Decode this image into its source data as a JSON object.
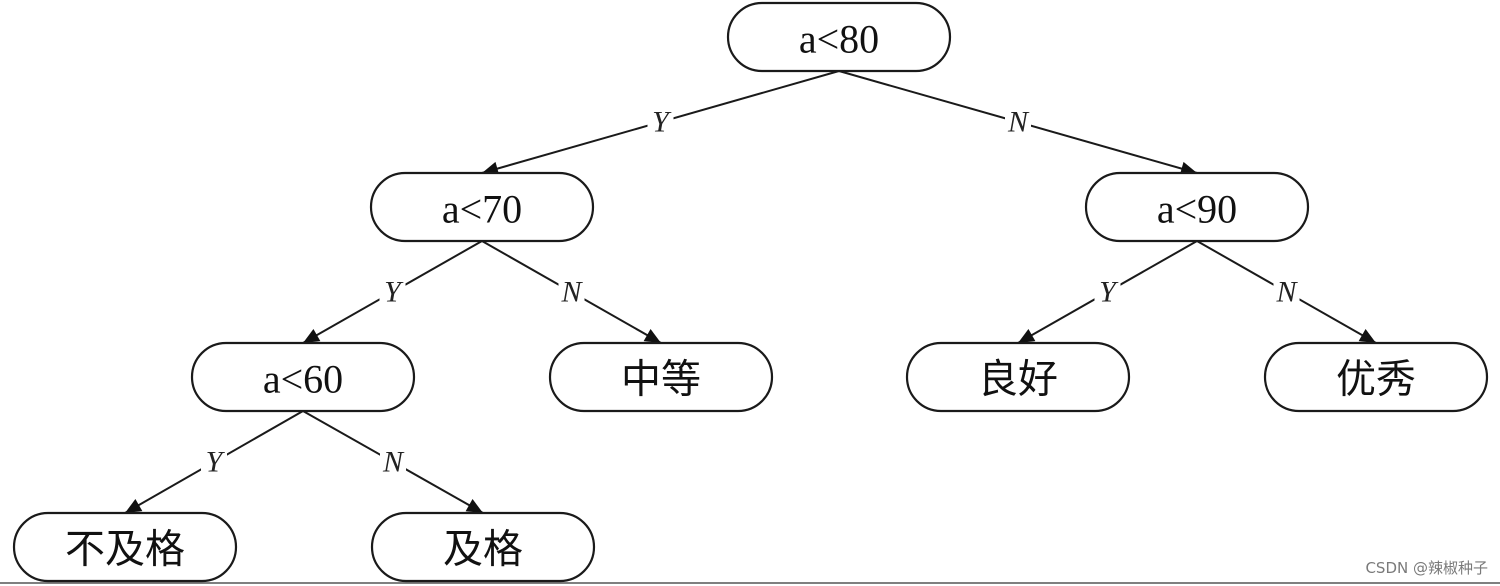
{
  "diagram": {
    "nodes": [
      {
        "id": "root",
        "label": "a<80"
      },
      {
        "id": "n70",
        "label": "a<70"
      },
      {
        "id": "n90",
        "label": "a<90"
      },
      {
        "id": "n60",
        "label": "a<60"
      },
      {
        "id": "medium",
        "label": "中等"
      },
      {
        "id": "good",
        "label": "良好"
      },
      {
        "id": "excellent",
        "label": "优秀"
      },
      {
        "id": "fail",
        "label": "不及格"
      },
      {
        "id": "pass",
        "label": "及格"
      }
    ],
    "edges": [
      {
        "from": "root",
        "to": "n70",
        "label": "Y"
      },
      {
        "from": "root",
        "to": "n90",
        "label": "N"
      },
      {
        "from": "n70",
        "to": "n60",
        "label": "Y"
      },
      {
        "from": "n70",
        "to": "medium",
        "label": "N"
      },
      {
        "from": "n90",
        "to": "good",
        "label": "Y"
      },
      {
        "from": "n90",
        "to": "excellent",
        "label": "N"
      },
      {
        "from": "n60",
        "to": "fail",
        "label": "Y"
      },
      {
        "from": "n60",
        "to": "pass",
        "label": "N"
      }
    ]
  },
  "watermark": "CSDN @辣椒种子"
}
